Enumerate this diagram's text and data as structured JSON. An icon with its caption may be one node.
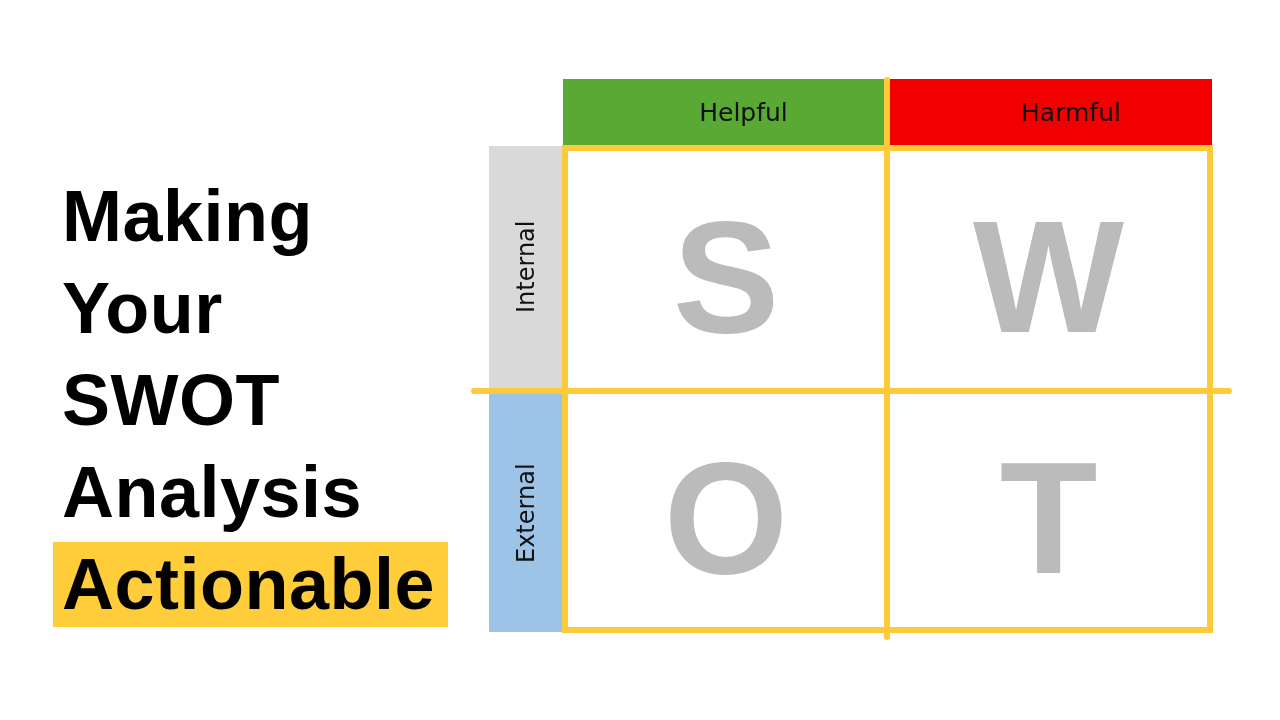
{
  "diagram": {
    "title": "Making Your SWOT Analysis Actionable",
    "nodes": [
      {
        "text": [
          "Helpful"
        ]
      },
      {
        "text": [
          "Harmful"
        ]
      },
      {
        "text": [
          "Internal"
        ]
      },
      {
        "text": [
          "S"
        ]
      },
      {
        "text": [
          "W"
        ]
      },
      {
        "text": [
          "External"
        ]
      },
      {
        "text": [
          "O"
        ]
      },
      {
        "text": [
          "T"
        ]
      }
    ]
  }
}
